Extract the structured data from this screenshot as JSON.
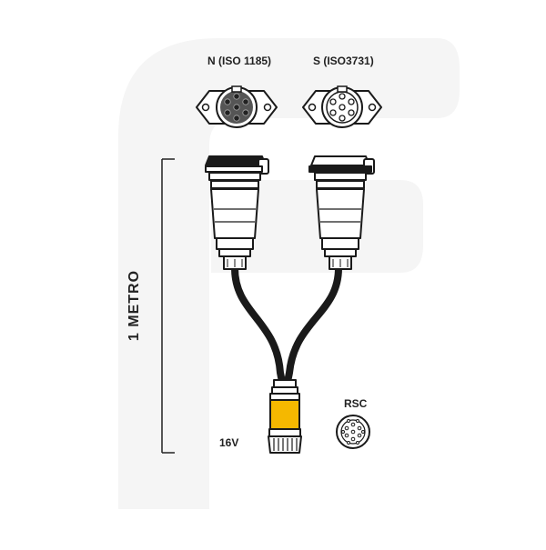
{
  "labels": {
    "left_connector": "N (ISO 1185)",
    "right_connector": "S (ISO3731)",
    "bottom_connector": "RSC",
    "voltage": "16V",
    "cable_length": "1 METRO"
  },
  "colors": {
    "background_logo": "#f4f4f4",
    "outline": "#1a1a1a",
    "cable": "#1a1a1a",
    "body_fill": "#ffffff",
    "yellow_sleeve": "#f5b800",
    "n_socket_fill": "#555555",
    "text": "#222222"
  },
  "icons": {
    "n_socket": "7-pin-socket-icon",
    "s_socket": "7-pin-socket-icon",
    "rsc_socket": "multi-pin-socket-icon"
  }
}
